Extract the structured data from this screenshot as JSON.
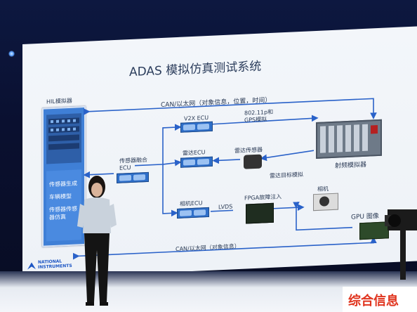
{
  "slide": {
    "title": "ADAS 模拟仿真测试系统",
    "hil_label": "HIL模拟器",
    "rack_list": [
      "传感器生成",
      "车辆模型",
      "传感器传感器仿真"
    ],
    "can_top": "CAN/以太网（对象信息，位置，时间）",
    "v2x_ecu": "V2X ECU",
    "wifi_gps": "802.11p和\nGPS模拟",
    "radar_ecu": "雷达ECU",
    "radar_sensor": "雷达传感器",
    "fusion_ecu": "传感器融合\nECU",
    "radar_target": "雷达目标模拟",
    "rf_sim": "射频模拟器",
    "camera_ecu": "相机ECU",
    "fpga": "FPGA故障注入",
    "lvds": "LVDS",
    "camera": "相机",
    "gpu": "GPU 图像",
    "can_bottom": "CAN/以太网（对象信息）",
    "logo_line1": "NATIONAL",
    "logo_line2": "INSTRUMENTS"
  },
  "overlay": {
    "watermark": "综合信息"
  },
  "colors": {
    "arrow": "#2a62c9",
    "ecu": "#2f6fc9",
    "watermark": "#e0341e"
  }
}
